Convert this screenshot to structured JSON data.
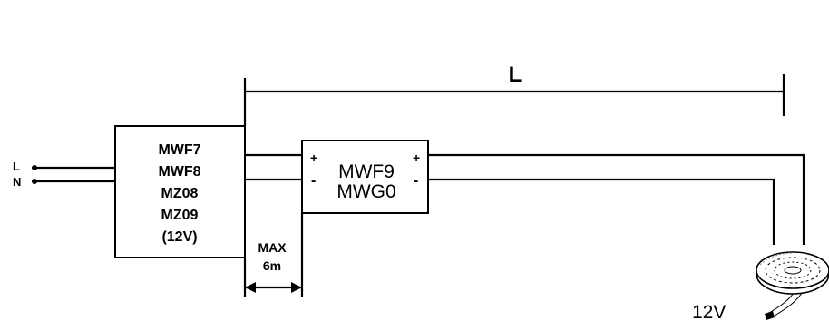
{
  "input": {
    "live": "L",
    "neutral": "N"
  },
  "controller": {
    "lines": [
      "MWF7",
      "MWF8",
      "MZ08",
      "MZ09",
      "(12V)"
    ]
  },
  "amplifier": {
    "line1": "MWF9",
    "line2": "MWG0",
    "plus": "+",
    "minus": "-"
  },
  "length_label": "L",
  "max_distance": {
    "line1": "MAX",
    "line2": "6m"
  },
  "strip": {
    "voltage": "12V"
  }
}
